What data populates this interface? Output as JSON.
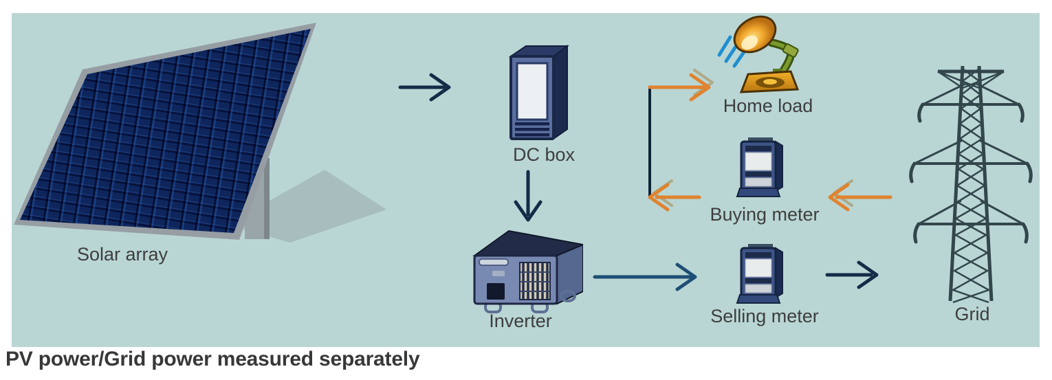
{
  "caption": "PV power/Grid power measured separately",
  "nodes": {
    "solar_array": {
      "label": "Solar array"
    },
    "dc_box": {
      "label": "DC box"
    },
    "inverter": {
      "label": "Inverter"
    },
    "home_load": {
      "label": "Home load"
    },
    "buying_meter": {
      "label": "Buying meter"
    },
    "selling_meter": {
      "label": "Selling meter"
    },
    "grid": {
      "label": "Grid"
    }
  },
  "edges": [
    {
      "from": "Solar array",
      "to": "DC box",
      "flow": "pv"
    },
    {
      "from": "DC box",
      "to": "Inverter",
      "flow": "pv"
    },
    {
      "from": "Inverter",
      "to": "Selling meter",
      "flow": "pv"
    },
    {
      "from": "Selling meter",
      "to": "Grid",
      "flow": "pv"
    },
    {
      "from": "Grid",
      "to": "Buying meter",
      "flow": "grid"
    },
    {
      "from": "Buying meter",
      "to": "Home load",
      "flow": "grid"
    }
  ],
  "colors": {
    "panel_background": "#b9d6d4",
    "page_background": "#ffffff",
    "pv_flow_arrow": "#142c47",
    "inverter_flow_arrow": "#1d4e75",
    "grid_flow_arrow": "#e0832f",
    "grid_flow_arrow_shadow": "#ab9a6e",
    "junction_line": "#0e2438",
    "label_text": "#3e3e3e",
    "caption_text": "#383838"
  }
}
